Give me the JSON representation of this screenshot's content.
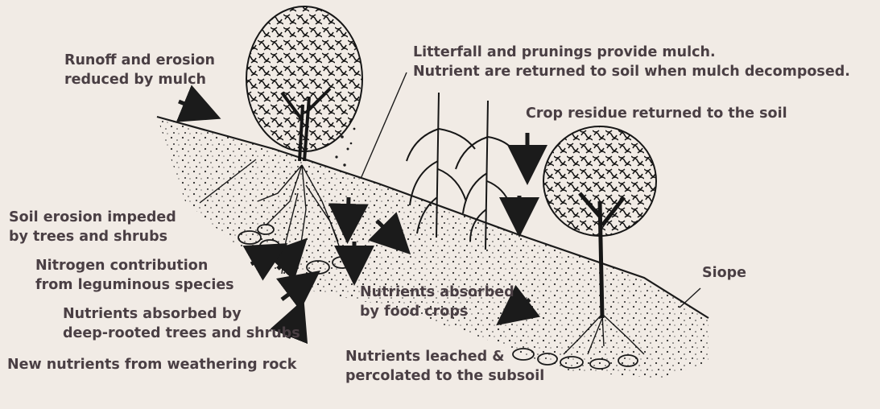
{
  "palette": {
    "background": "#f1ebe5",
    "ink": "#1b1b1b",
    "label": "#4a3f44"
  },
  "labels": {
    "runoff": {
      "lines": [
        "Runoff and erosion",
        "reduced by mulch"
      ]
    },
    "litterfall": {
      "lines": [
        "Litterfall and prunings provide mulch.",
        "Nutrient are returned to soil when mulch decomposed."
      ]
    },
    "crop_residue": {
      "lines": [
        "Crop residue returned to the soil"
      ]
    },
    "soil_erosion": {
      "lines": [
        "Soil erosion impeded",
        "by trees and shrubs"
      ]
    },
    "nitrogen": {
      "lines": [
        "Nitrogen contribution",
        "from leguminous species"
      ]
    },
    "deep_rooted": {
      "lines": [
        "Nutrients absorbed by",
        "deep-rooted trees and shrubs"
      ]
    },
    "weathering": {
      "lines": [
        "New nutrients from weathering rock"
      ]
    },
    "food_crops": {
      "lines": [
        "Nutrients absorbed",
        "by food crops"
      ]
    },
    "leached": {
      "lines": [
        "Nutrients leached &",
        "percolated to the subsoil"
      ]
    },
    "slope": {
      "lines": [
        "Siope"
      ]
    }
  }
}
